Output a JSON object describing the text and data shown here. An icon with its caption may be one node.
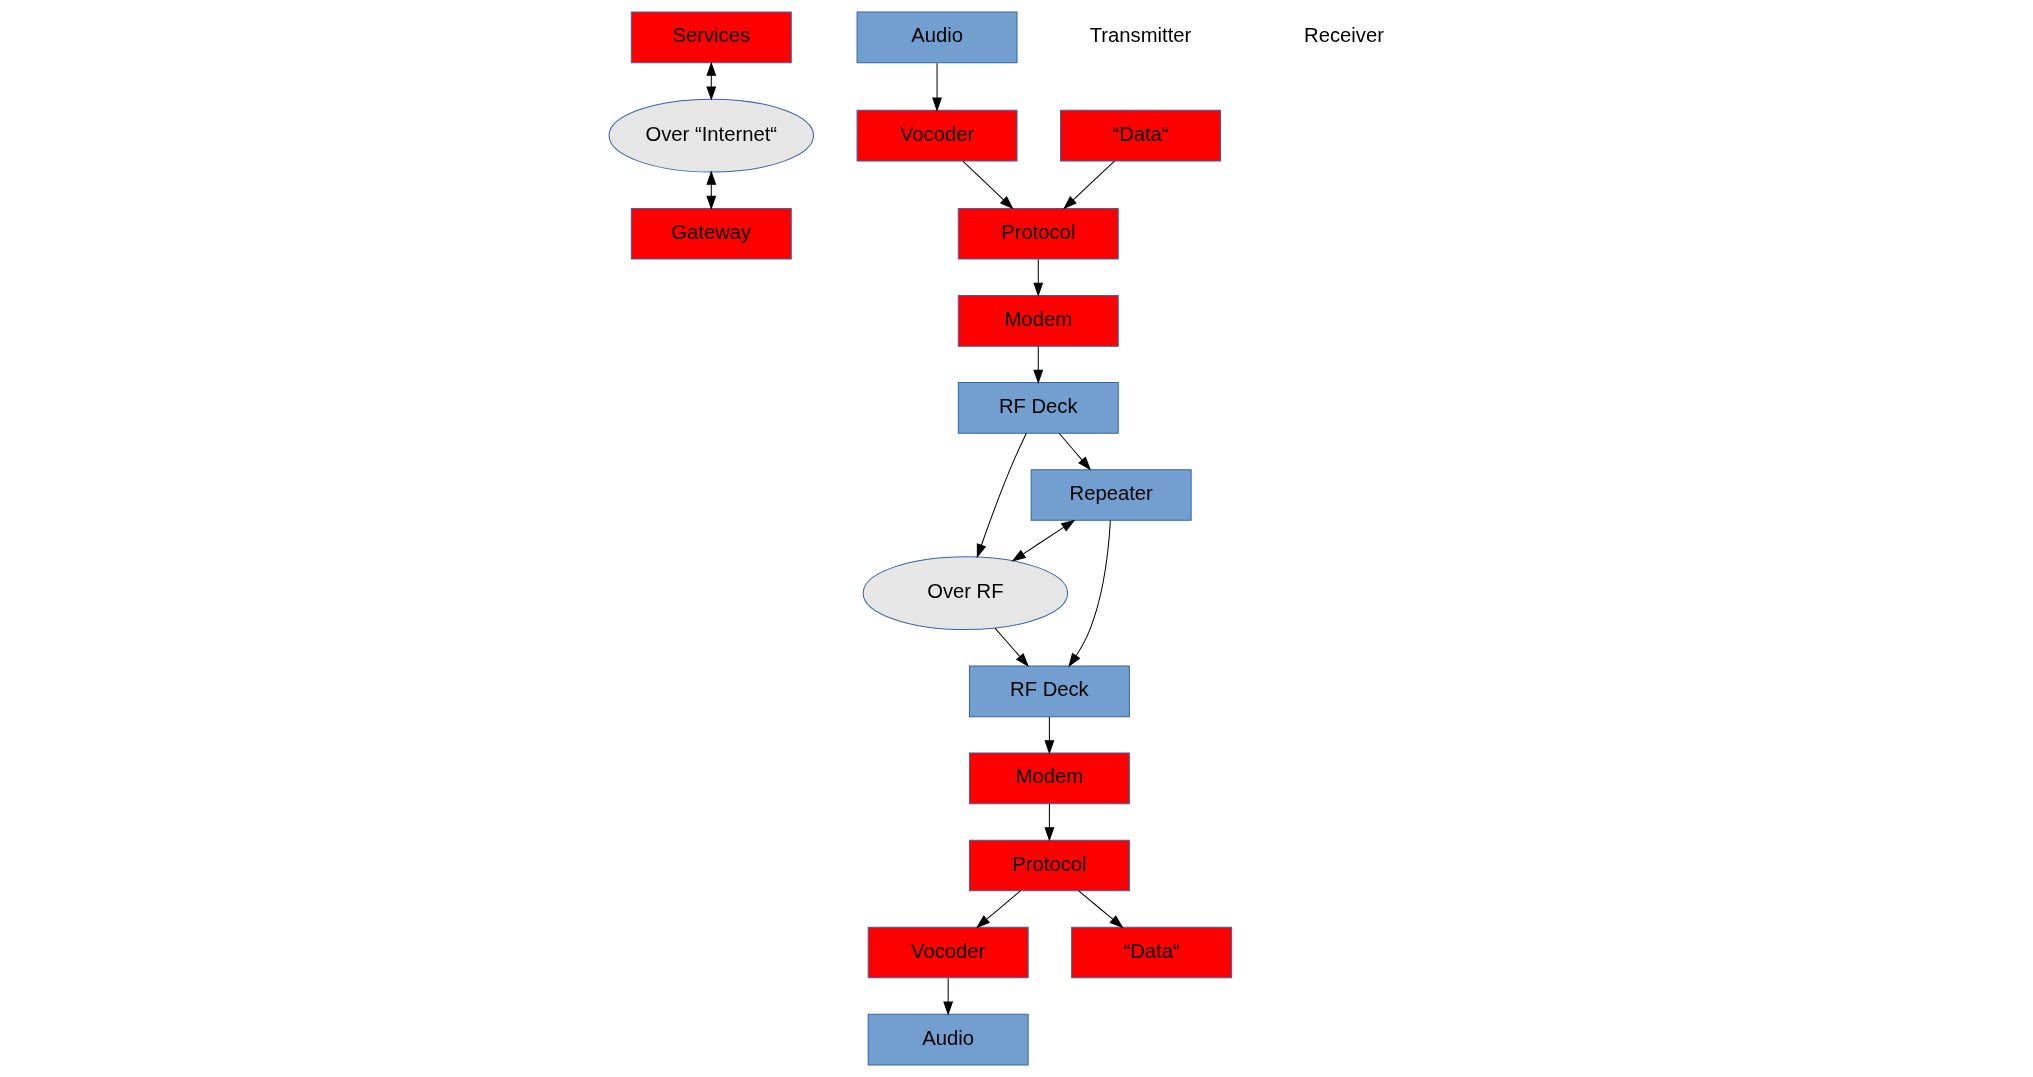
{
  "diagram": {
    "nodes": [
      {
        "text": [
          "Services"
        ]
      },
      {
        "text": [
          "Over “Internet“"
        ]
      },
      {
        "text": [
          "Audio"
        ]
      },
      {
        "text": [
          "Vocoder"
        ]
      },
      {
        "text": [
          "“Data“"
        ]
      },
      {
        "text": [
          "Protocol"
        ]
      },
      {
        "text": [
          "Modem"
        ]
      },
      {
        "text": [
          "RF Deck"
        ]
      },
      {
        "text": [
          "Gateway"
        ]
      },
      {
        "text": [
          "Repeater"
        ]
      },
      {
        "text": [
          "Over RF"
        ]
      },
      {
        "text": [
          "Audio"
        ]
      },
      {
        "text": [
          "Vocoder"
        ]
      },
      {
        "text": [
          "Protocol"
        ]
      },
      {
        "text": [
          "“Data“"
        ]
      },
      {
        "text": [
          "Modem"
        ]
      },
      {
        "text": [
          "RF Deck"
        ]
      }
    ],
    "edges": [
      {
        "from": 0,
        "to": 1,
        "arrow": "both"
      },
      {
        "from": 1,
        "to": 8,
        "arrow": "both"
      },
      {
        "from": 2,
        "to": 3,
        "arrow": "to"
      },
      {
        "from": 3,
        "to": 5,
        "arrow": "to"
      },
      {
        "from": 4,
        "to": 5,
        "arrow": "to"
      },
      {
        "from": 5,
        "to": 6,
        "arrow": "to"
      },
      {
        "from": 6,
        "to": 7,
        "arrow": "to"
      },
      {
        "from": 7,
        "to": 9,
        "arrow": "to"
      },
      {
        "from": 7,
        "to": 10,
        "arrow": "to"
      },
      {
        "from": 9,
        "to": 10,
        "arrow": "both"
      },
      {
        "from": 9,
        "to": 16,
        "arrow": "to"
      },
      {
        "from": 10,
        "to": 16,
        "arrow": "to"
      },
      {
        "from": 16,
        "to": 15,
        "arrow": "to"
      },
      {
        "from": 15,
        "to": 13,
        "arrow": "to"
      },
      {
        "from": 13,
        "to": 12,
        "arrow": "to"
      },
      {
        "from": 12,
        "to": 11,
        "arrow": "to"
      },
      {
        "from": 13,
        "to": 14,
        "arrow": "to"
      }
    ],
    "labels": [
      "Transmitter",
      "Receiver"
    ]
  }
}
